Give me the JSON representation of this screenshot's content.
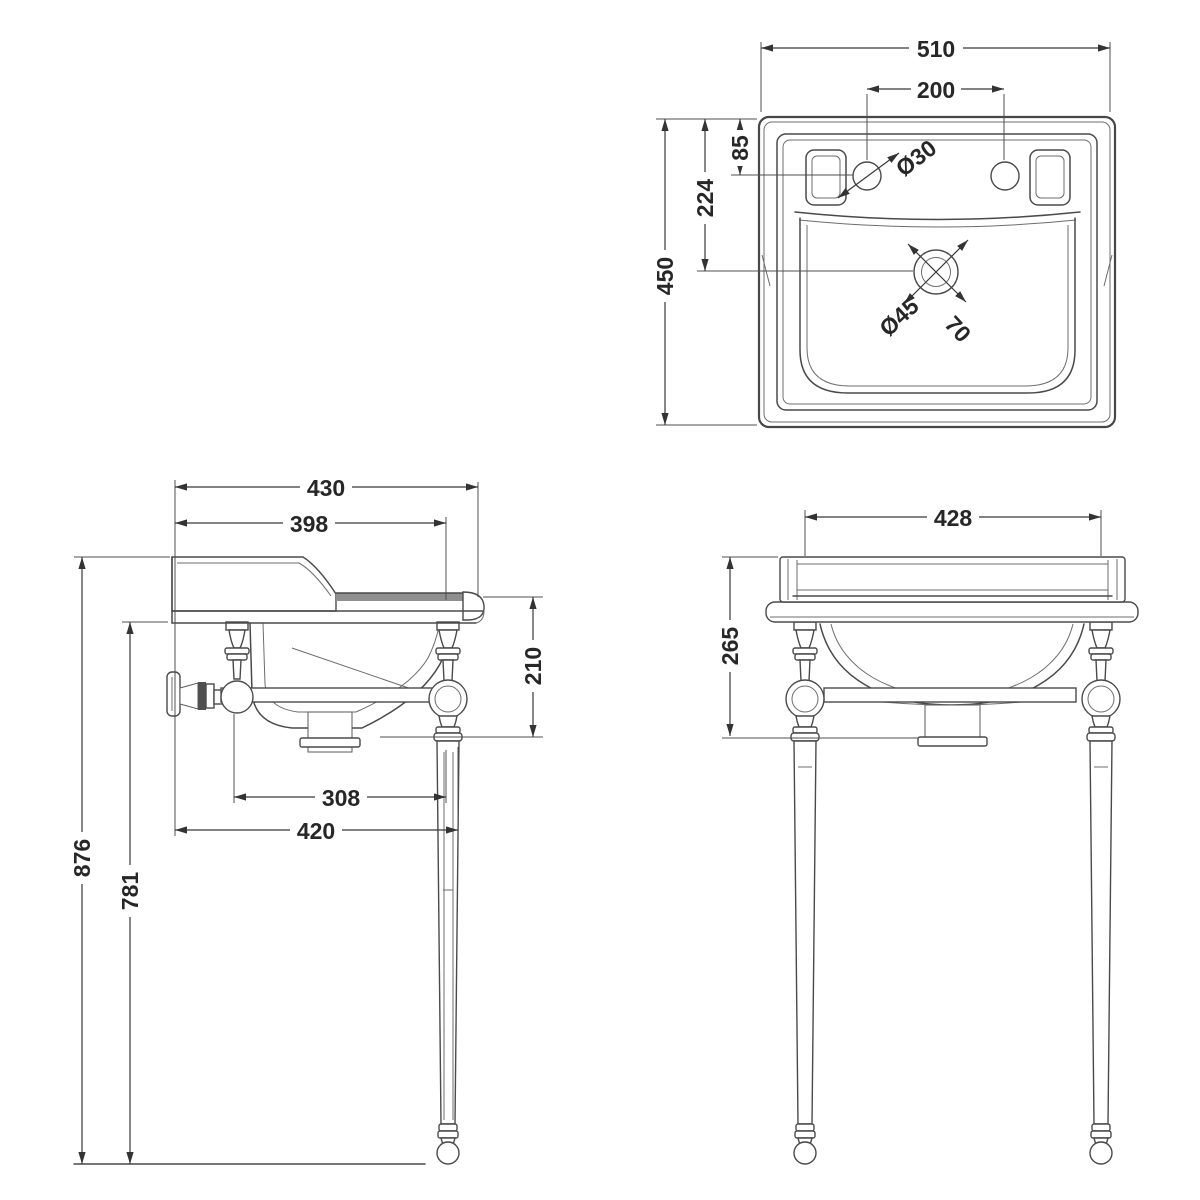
{
  "drawing": {
    "type": "technical-dimension-drawing",
    "subject": "console basin with washstand frame",
    "background_color": "#ffffff",
    "line_color": "#4a4a4a",
    "dimension_color": "#383838",
    "shade_color": "#8f8f8f",
    "views": {
      "plan": {
        "label": "plan-view",
        "dims": {
          "overall_width": "510",
          "tap_hole_centres": "200",
          "rim_to_tap_holes": "85",
          "rim_to_waste": "224",
          "overall_depth": "450",
          "tap_hole_diameter": "Ø30",
          "waste_diameter": "Ø45",
          "waste_offset": "70"
        }
      },
      "side": {
        "label": "side-view",
        "dims": {
          "overall_projection": "430",
          "basin_projection": "398",
          "rim_to_frame_bottom": "210",
          "bracket_spacing": "308",
          "frame_projection": "420",
          "overall_height": "876",
          "underside_height": "781"
        }
      },
      "front": {
        "label": "front-view",
        "dims": {
          "leg_centres": "428",
          "rim_to_frame_bottom": "265"
        }
      }
    }
  }
}
